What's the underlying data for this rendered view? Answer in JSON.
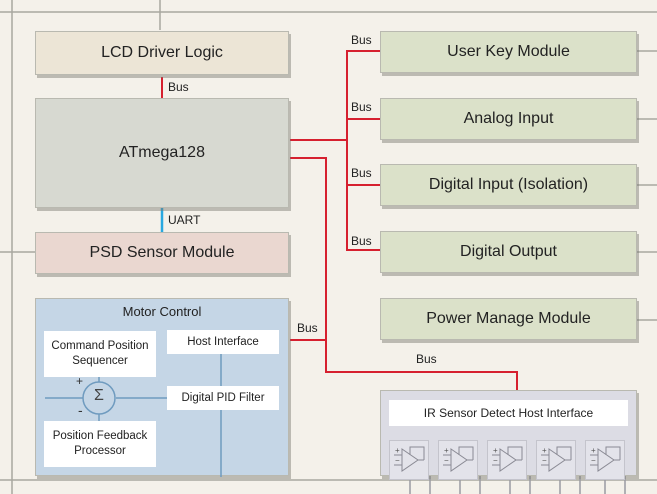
{
  "blocks": {
    "lcd_driver": "LCD Driver Logic",
    "atmega": "ATmega128",
    "psd_sensor": "PSD Sensor Module",
    "user_key": "User Key Module",
    "analog_input": "Analog Input",
    "digital_input": "Digital Input (Isolation)",
    "digital_output": "Digital Output",
    "power_manage": "Power Manage Module"
  },
  "motor_control": {
    "title": "Motor Control",
    "command_seq": "Command Position Sequencer",
    "host_interface": "Host Interface",
    "digital_pid": "Digital PID Filter",
    "feedback": "Position Feedback Processor",
    "sum_symbol": "Σ",
    "plus": "+",
    "minus": "-"
  },
  "ir_sensor": {
    "title": "IR Sensor Detect Host Interface",
    "amp_plus": "+",
    "amp_minus": "−"
  },
  "links": {
    "bus_lcd": "Bus",
    "uart": "UART",
    "bus_user_key": "Bus",
    "bus_analog": "Bus",
    "bus_digital_input": "Bus",
    "bus_digital_output": "Bus",
    "bus_motor": "Bus",
    "bus_ir": "Bus"
  },
  "colors": {
    "bus_line": "#d6202f",
    "uart_line": "#29a8e0",
    "frame_line": "#a8a8a0"
  }
}
